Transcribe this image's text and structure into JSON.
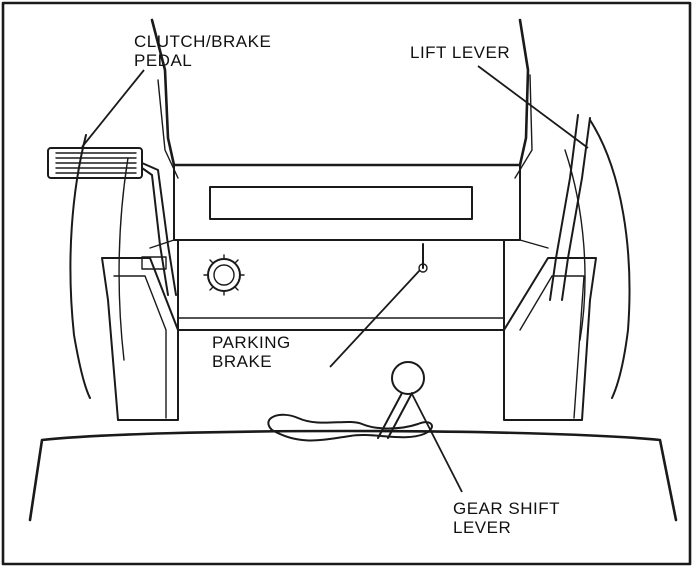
{
  "labels": {
    "clutch_brake_pedal": [
      "CLUTCH/BRAKE",
      "PEDAL"
    ],
    "lift_lever": [
      "LIFT LEVER"
    ],
    "parking_brake": [
      "PARKING",
      "BRAKE"
    ],
    "gear_shift_lever": [
      "GEAR SHIFT",
      "LEVER"
    ]
  },
  "colors": {
    "ink": "#1a1a1a",
    "paper": "#ffffff"
  }
}
